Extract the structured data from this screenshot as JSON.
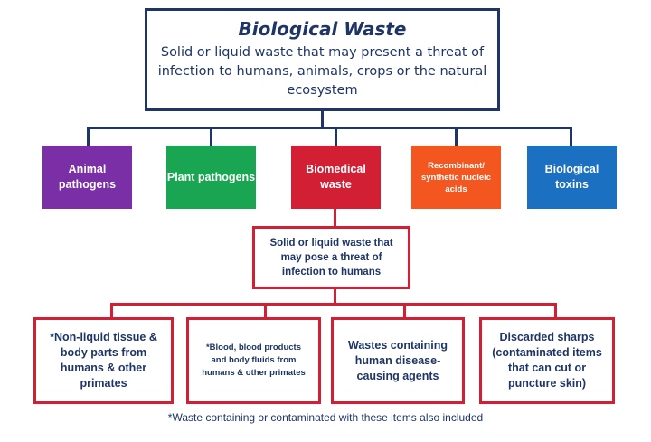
{
  "title": "Biological Waste",
  "subtitle": "Solid or liquid waste that may present a threat of infection to humans, animals, crops or the natural ecosystem",
  "categories": [
    {
      "label": "Animal pathogens",
      "color": "#7b2fa6"
    },
    {
      "label": "Plant pathogens",
      "color": "#1aa552"
    },
    {
      "label": "Biomedical waste",
      "color": "#d21f34"
    },
    {
      "label": "Recombinant/ synthetic nucleic acids",
      "color": "#f3561f"
    },
    {
      "label": "Biological toxins",
      "color": "#1b70c2"
    }
  ],
  "biomedical_definition": "Solid or liquid waste that may pose a threat of infection to humans",
  "biomedical_types": [
    "*Non-liquid tissue & body parts from humans & other primates",
    "*Blood, blood products and body fluids from humans & other primates",
    "Wastes containing human disease-causing agents",
    "Discarded sharps (contaminated items that can cut or puncture skin)"
  ],
  "footnote": "*Waste containing or contaminated with these items also included"
}
